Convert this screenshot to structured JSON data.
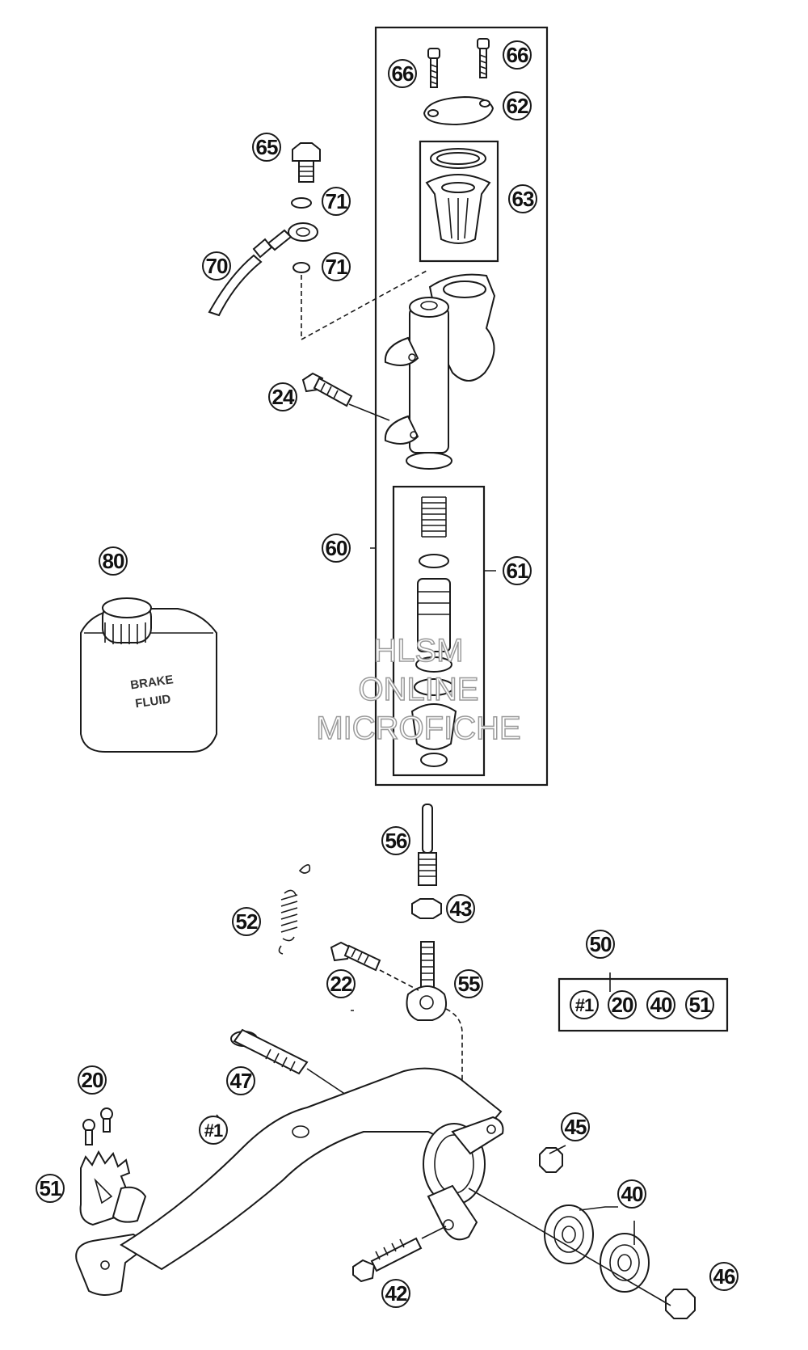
{
  "watermark": {
    "line1": "HLSM",
    "line2": "ONLINE",
    "line3": "MICROFICHE"
  },
  "bottle_label": {
    "line1": "BRAKE",
    "line2": "FLUID"
  },
  "callouts": {
    "c66a": "66",
    "c66b": "66",
    "c62": "62",
    "c63": "63",
    "c65": "65",
    "c71a": "71",
    "c71b": "71",
    "c70": "70",
    "c24": "24",
    "c60": "60",
    "c61": "61",
    "c80": "80",
    "c56": "56",
    "c52": "52",
    "c43": "43",
    "c22": "22",
    "c55": "55",
    "c50": "50",
    "c20": "20",
    "c47": "47",
    "c1": "#1",
    "c45": "45",
    "c51": "51",
    "c40": "40",
    "c42": "42",
    "c46": "46",
    "kit_1": "#1",
    "kit_20": "20",
    "kit_40": "40",
    "kit_51": "51"
  }
}
